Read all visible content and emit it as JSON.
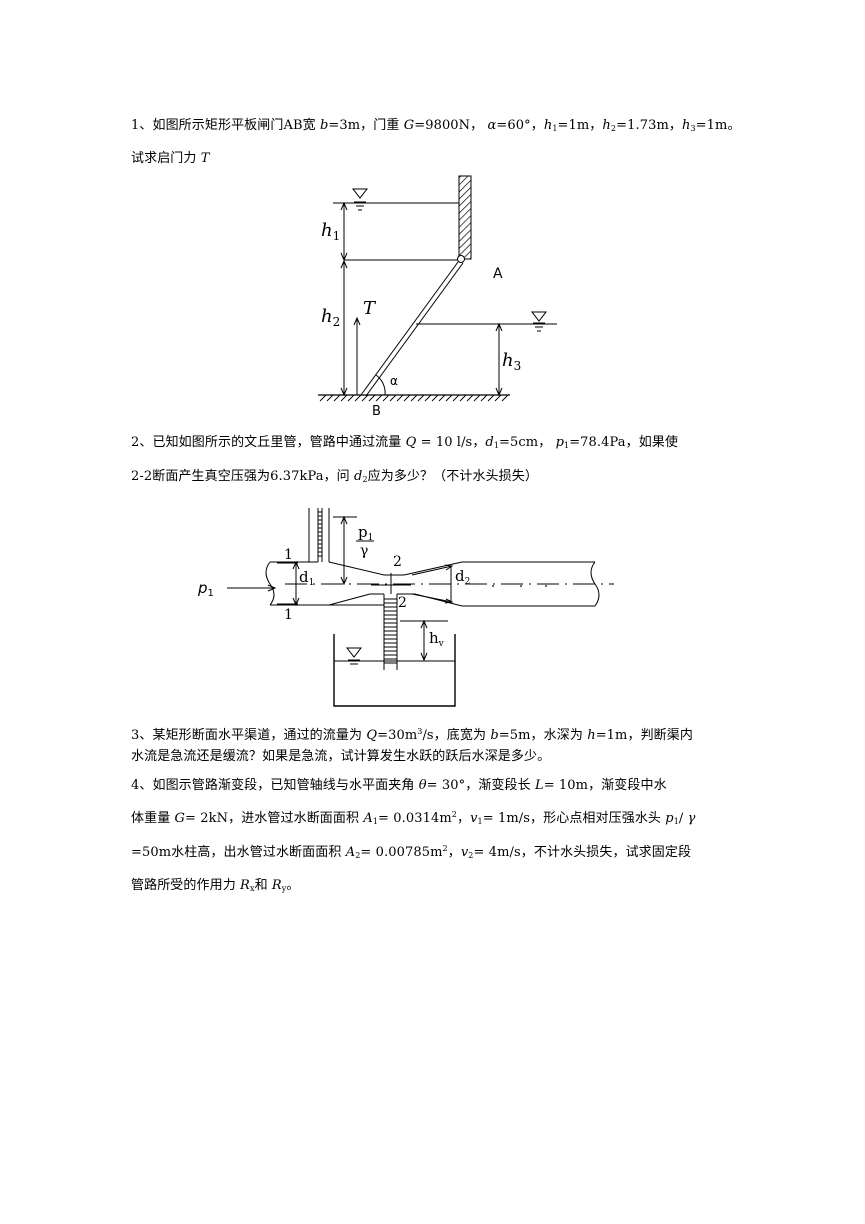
{
  "problems": [
    {
      "number": "1",
      "lines": [
        [
          {
            "t": "1、如图所示矩形平板闸门AB宽 "
          },
          {
            "t": "b",
            "i": true
          },
          {
            "t": "=3m，门重 "
          },
          {
            "t": "G",
            "i": true
          },
          {
            "t": "=9800N，  "
          },
          {
            "t": "α",
            "i": true
          },
          {
            "t": "=60°，"
          },
          {
            "t": "h",
            "i": true
          },
          {
            "t": "1",
            "sub": true
          },
          {
            "t": "=1m，"
          },
          {
            "t": "h",
            "i": true
          },
          {
            "t": "2",
            "sub": true
          },
          {
            "t": "=1.73m，"
          },
          {
            "t": "h",
            "i": true
          },
          {
            "t": "3",
            "sub": true
          },
          {
            "t": "=1m。"
          }
        ],
        [
          {
            "t": "试求启门力 "
          },
          {
            "t": "T",
            "i": true
          }
        ]
      ],
      "figure": {
        "h1": "h",
        "h1_sub": "1",
        "h2": "h",
        "h2_sub": "2",
        "h3": "h",
        "h3_sub": "3",
        "T": "T",
        "A": "A",
        "B": "B",
        "alpha": "α"
      }
    },
    {
      "number": "2",
      "lines": [
        [
          {
            "t": "2、已知如图所示的文丘里管，管路中通过流量 "
          },
          {
            "t": "Q",
            "i": true
          },
          {
            "t": " = 10 l/s，"
          },
          {
            "t": "d",
            "i": true
          },
          {
            "t": "1",
            "sub": true
          },
          {
            "t": "=5cm，  "
          },
          {
            "t": "p",
            "i": true
          },
          {
            "t": "1",
            "sub": true
          },
          {
            "t": "=78.4Pa，如果使"
          }
        ],
        [
          {
            "t": "2-2断面产生真空压强为6.37kPa，问 "
          },
          {
            "t": "d",
            "i": true
          },
          {
            "t": "2",
            "sub": true
          },
          {
            "t": "应为多少？（不计水头损失）"
          }
        ]
      ],
      "figure": {
        "p1": "p",
        "p1_sub": "1",
        "gamma": "γ",
        "sec1_top": "1",
        "sec1_bot": "1",
        "sec2_top": "2",
        "sec2_bot": "2",
        "d1": "d",
        "d1_sub": "1",
        "d2": "d",
        "d2_sub": "2",
        "hv": "h",
        "hv_sub": "v"
      }
    },
    {
      "number": "3",
      "lines": [
        [
          {
            "t": "3、某矩形断面水平渠道，通过的流量为 "
          },
          {
            "t": "Q",
            "i": true
          },
          {
            "t": "=30m"
          },
          {
            "t": "3",
            "sup": true
          },
          {
            "t": "/s，底宽为 "
          },
          {
            "t": "b",
            "i": true
          },
          {
            "t": "=5m，水深为 "
          },
          {
            "t": "h",
            "i": true
          },
          {
            "t": "=1m，判断渠内"
          }
        ],
        [
          {
            "t": "水流是急流还是缓流？如果是急流，试计算发生水跃的跃后水深是多少。"
          }
        ]
      ]
    },
    {
      "number": "4",
      "lines": [
        [
          {
            "t": "4、如图示管路渐变段，已知管轴线与水平面夹角 "
          },
          {
            "t": "θ",
            "i": true
          },
          {
            "t": "= 30°，渐变段长 "
          },
          {
            "t": "L",
            "i": true
          },
          {
            "t": "= 10m，渐变段中水"
          }
        ],
        [
          {
            "t": "体重量 "
          },
          {
            "t": "G",
            "i": true
          },
          {
            "t": "= 2kN，进水管过水断面面积 "
          },
          {
            "t": "A",
            "i": true
          },
          {
            "t": "1",
            "sub": true
          },
          {
            "t": "= 0.0314m"
          },
          {
            "t": "2",
            "sup": true
          },
          {
            "t": "，"
          },
          {
            "t": "v",
            "i": true
          },
          {
            "t": "1",
            "sub": true
          },
          {
            "t": "= 1m/s，形心点相对压强水头 "
          },
          {
            "t": "p",
            "i": true
          },
          {
            "t": "1",
            "sub": true
          },
          {
            "t": "/ "
          },
          {
            "t": "γ",
            "i": true
          }
        ],
        [
          {
            "t": "=50m水柱高，出水管过水断面面积 "
          },
          {
            "t": "A",
            "i": true
          },
          {
            "t": "2",
            "sub": true
          },
          {
            "t": "= 0.00785m"
          },
          {
            "t": "2",
            "sup": true
          },
          {
            "t": "，"
          },
          {
            "t": "v",
            "i": true
          },
          {
            "t": "2",
            "sub": true
          },
          {
            "t": "= 4m/s，不计水头损失，试求固定段"
          }
        ],
        [
          {
            "t": "管路所受的作用力 "
          },
          {
            "t": "R",
            "i": true
          },
          {
            "t": "x",
            "sub": true
          },
          {
            "t": "和 "
          },
          {
            "t": "R",
            "i": true
          },
          {
            "t": "y",
            "sub": true
          },
          {
            "t": "。"
          }
        ]
      ]
    }
  ]
}
